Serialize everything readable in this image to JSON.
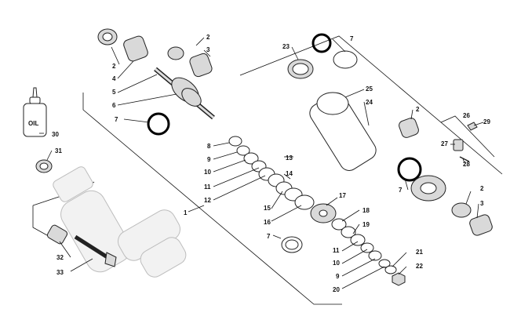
{
  "callouts": {
    "c1": "1",
    "c2a": "2",
    "c2b": "2",
    "c2c": "2",
    "c2d": "2",
    "c3a": "3",
    "c3b": "3",
    "c4": "4",
    "c5": "5",
    "c6": "6",
    "c7a": "7",
    "c7b": "7",
    "c7c": "7",
    "c7d": "7",
    "c8": "8",
    "c9a": "9",
    "c9b": "9",
    "c10a": "10",
    "c10b": "10",
    "c11a": "11",
    "c11b": "11",
    "c12": "12",
    "c13": "13",
    "c14": "14",
    "c15": "15",
    "c16": "16",
    "c17": "17",
    "c18": "18",
    "c19": "19",
    "c20": "20",
    "c21": "21",
    "c22": "22",
    "c23": "23",
    "c24": "24",
    "c25": "25",
    "c26": "26",
    "c27": "27",
    "c28": "28",
    "c29": "29",
    "c30": "30",
    "c31": "31",
    "c32": "32",
    "c33": "33"
  },
  "oil_bottle_label": "OIL",
  "colors": {
    "line": "#111111",
    "highlight_ring": "#000000",
    "ghost": "#bdbdbd"
  }
}
